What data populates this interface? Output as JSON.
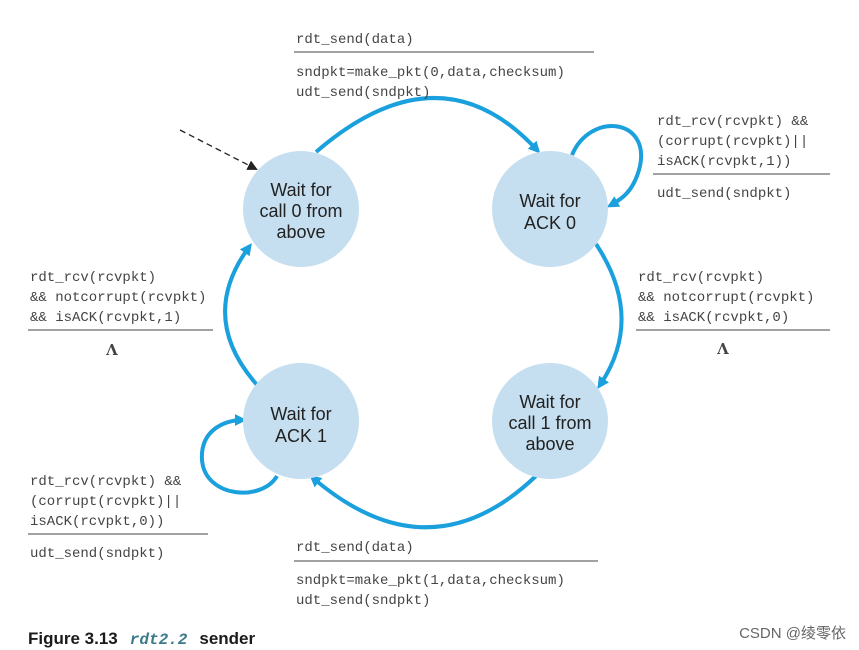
{
  "states": [
    {
      "id": "s0",
      "lines": [
        "Wait for",
        "call 0 from",
        "above"
      ]
    },
    {
      "id": "s1",
      "lines": [
        "Wait for",
        "ACK 0"
      ]
    },
    {
      "id": "s2",
      "lines": [
        "Wait for",
        "call 1 from",
        "above"
      ]
    },
    {
      "id": "s3",
      "lines": [
        "Wait for",
        "ACK 1"
      ]
    }
  ],
  "transitions": {
    "t_top": {
      "event": [
        "rdt_send(data)"
      ],
      "actions": [
        "sndpkt=make_pkt(0,data,checksum)",
        "udt_send(sndpkt)"
      ]
    },
    "t_ack0_self": {
      "event": [
        "rdt_rcv(rcvpkt) &&",
        "(corrupt(rcvpkt)||",
        "isACK(rcvpkt,1))"
      ],
      "actions": [
        "udt_send(sndpkt)"
      ]
    },
    "t_right": {
      "event": [
        "rdt_rcv(rcvpkt)",
        "&& notcorrupt(rcvpkt)",
        "&& isACK(rcvpkt,0)"
      ],
      "actions": [
        "Λ"
      ]
    },
    "t_bottom": {
      "event": [
        "rdt_send(data)"
      ],
      "actions": [
        "sndpkt=make_pkt(1,data,checksum)",
        "udt_send(sndpkt)"
      ]
    },
    "t_ack1_self": {
      "event": [
        "rdt_rcv(rcvpkt) &&",
        "(corrupt(rcvpkt)||",
        "isACK(rcvpkt,0))"
      ],
      "actions": [
        "udt_send(sndpkt)"
      ]
    },
    "t_left": {
      "event": [
        "rdt_rcv(rcvpkt)",
        "&& notcorrupt(rcvpkt)",
        "&& isACK(rcvpkt,1)"
      ],
      "actions": [
        "Λ"
      ]
    }
  },
  "caption": {
    "prefix": "Figure 3.13",
    "code": "rdt2.2",
    "suffix": "sender"
  },
  "watermark": "CSDN @绫零依",
  "colors": {
    "state_fill": "#c5dff0",
    "arrow": "#1aa0dd",
    "text": "#444444"
  }
}
